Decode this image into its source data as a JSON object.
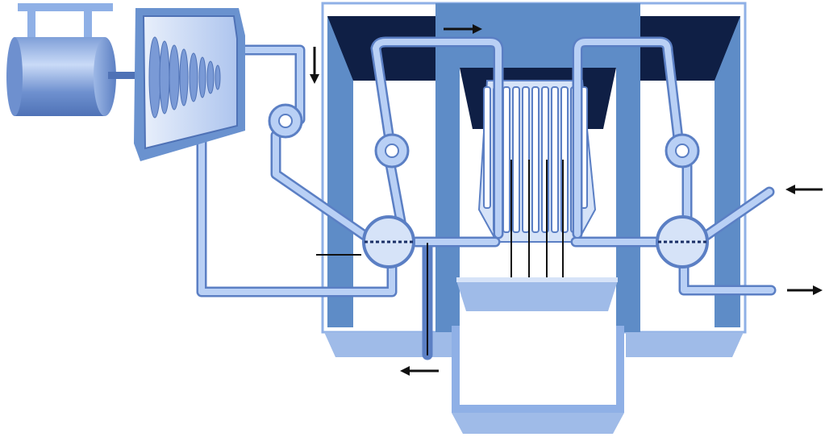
{
  "diagram": {
    "labels": [],
    "components": [
      "generator",
      "turbine",
      "condenser-pump",
      "feedwater-pump-left",
      "feedwater-pump-right",
      "steam-generator-left",
      "steam-generator-right",
      "reactor-core",
      "control-rods",
      "containment-building",
      "pressure-vessel",
      "coolant-inlet",
      "coolant-outlet",
      "discharge-outlet"
    ],
    "colors": {
      "pipe_fill": "#b9d0f5",
      "pipe_stroke": "#5b7fc4",
      "structure_dark": "#0f1f45",
      "structure_mid": "#5e8cc7",
      "structure_light": "#9fbbe8",
      "structure_pale": "#d6e3f8",
      "arrow": "#111111"
    }
  }
}
